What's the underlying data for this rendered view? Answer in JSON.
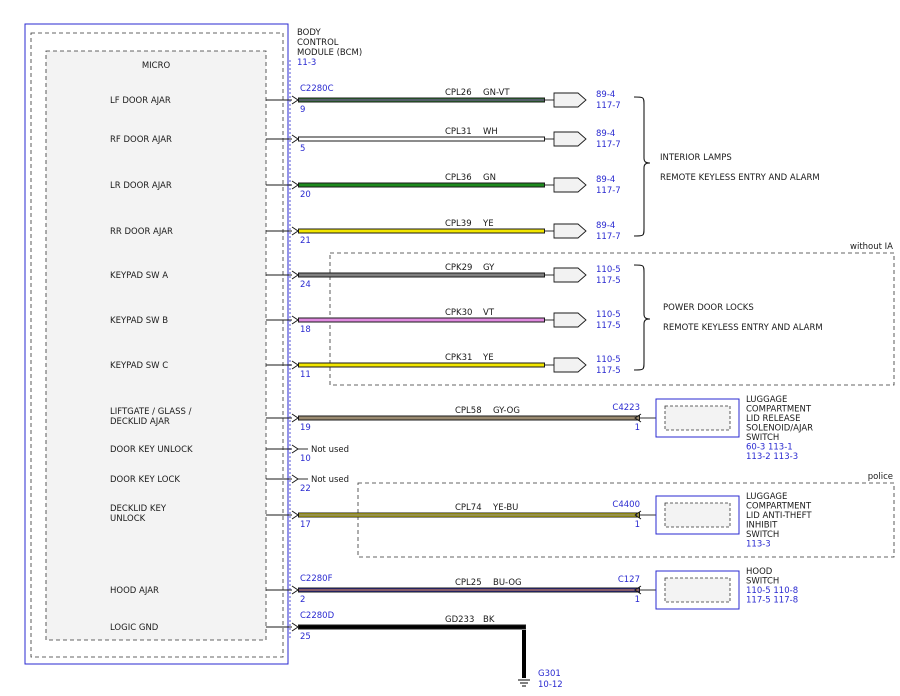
{
  "module": {
    "name_lines": [
      "BODY",
      "CONTROL",
      "MODULE (BCM)"
    ],
    "ref": "11-3",
    "micro_label": "MICRO"
  },
  "circuits": [
    {
      "id": "lf",
      "label_lines": [
        "LF DOOR AJAR"
      ],
      "connector": "C2280C",
      "pin": "9",
      "circuit": "CPL26",
      "color_code": "GN-VT",
      "stripe": "#2e7d32",
      "stripe2": "#7b3fa0",
      "end": "arrow",
      "end_refs": [
        "89-4",
        "117-7"
      ]
    },
    {
      "id": "rf",
      "label_lines": [
        "RF DOOR AJAR"
      ],
      "connector": "",
      "pin": "5",
      "circuit": "CPL31",
      "color_code": "WH",
      "stripe": "#ffffff",
      "stripe2": "",
      "end": "arrow",
      "end_refs": [
        "89-4",
        "117-7"
      ]
    },
    {
      "id": "lr",
      "label_lines": [
        "LR DOOR AJAR"
      ],
      "connector": "",
      "pin": "20",
      "circuit": "CPL36",
      "color_code": "GN",
      "stripe": "#1e8a1e",
      "stripe2": "",
      "end": "arrow",
      "end_refs": [
        "89-4",
        "117-7"
      ]
    },
    {
      "id": "rr",
      "label_lines": [
        "RR DOOR AJAR"
      ],
      "connector": "",
      "pin": "21",
      "circuit": "CPL39",
      "color_code": "YE",
      "stripe": "#f2e600",
      "stripe2": "",
      "end": "arrow",
      "end_refs": [
        "89-4",
        "117-7"
      ]
    },
    {
      "id": "ka",
      "label_lines": [
        "KEYPAD SW A"
      ],
      "connector": "",
      "pin": "24",
      "circuit": "CPK29",
      "color_code": "GY",
      "stripe": "#808080",
      "stripe2": "",
      "end": "arrow",
      "end_refs": [
        "110-5",
        "117-5"
      ]
    },
    {
      "id": "kb",
      "label_lines": [
        "KEYPAD SW B"
      ],
      "connector": "",
      "pin": "18",
      "circuit": "CPK30",
      "color_code": "VT",
      "stripe": "#e08ae0",
      "stripe2": "",
      "end": "arrow",
      "end_refs": [
        "110-5",
        "117-5"
      ]
    },
    {
      "id": "kc",
      "label_lines": [
        "KEYPAD SW C"
      ],
      "connector": "",
      "pin": "11",
      "circuit": "CPK31",
      "color_code": "YE",
      "stripe": "#f2e600",
      "stripe2": "",
      "end": "arrow",
      "end_refs": [
        "110-5",
        "117-5"
      ]
    },
    {
      "id": "lg",
      "label_lines": [
        "LIFTGATE / GLASS /",
        "DECKLID AJAR"
      ],
      "connector": "",
      "pin": "19",
      "circuit": "CPL58",
      "color_code": "GY-OG",
      "stripe": "#9a8a70",
      "stripe2": "",
      "end": "component",
      "end_connector": "C4223",
      "end_pin": "1"
    },
    {
      "id": "dku",
      "label_lines": [
        "DOOR KEY UNLOCK"
      ],
      "connector": "",
      "pin": "10",
      "circuit": "",
      "color_code": "",
      "stripe": "",
      "stripe2": "",
      "end": "none",
      "note": "Not used"
    },
    {
      "id": "dkl",
      "label_lines": [
        "DOOR KEY LOCK"
      ],
      "connector": "",
      "pin": "22",
      "circuit": "",
      "color_code": "",
      "stripe": "",
      "stripe2": "",
      "end": "none",
      "note": "Not used"
    },
    {
      "id": "dk",
      "label_lines": [
        "DECKLID KEY",
        "UNLOCK"
      ],
      "connector": "",
      "pin": "17",
      "circuit": "CPL74",
      "color_code": "YE-BU",
      "stripe": "#f2e600",
      "stripe2": "#3a3a9a",
      "end": "component",
      "end_connector": "C4400",
      "end_pin": "1"
    },
    {
      "id": "ha",
      "label_lines": [
        "HOOD AJAR"
      ],
      "connector": "C2280F",
      "pin": "2",
      "circuit": "CPL25",
      "color_code": "BU-OG",
      "stripe": "#2a2aa0",
      "stripe2": "#e08a30",
      "end": "component",
      "end_connector": "C127",
      "end_pin": "1"
    },
    {
      "id": "gnd",
      "label_lines": [
        "LOGIC GND"
      ],
      "connector": "C2280D",
      "pin": "25",
      "circuit": "GD233",
      "color_code": "BK",
      "stripe": "#000000",
      "stripe2": "",
      "end": "ground"
    }
  ],
  "groups": [
    {
      "lines": [
        "INTERIOR LAMPS",
        "REMOTE KEYLESS ENTRY AND ALARM"
      ]
    },
    {
      "lines": [
        "POWER DOOR LOCKS",
        "REMOTE KEYLESS ENTRY AND ALARM"
      ]
    }
  ],
  "options": {
    "without_ia": "without IA",
    "police": "police"
  },
  "components": [
    {
      "circuit_id": "lg",
      "name_lines": [
        "LUGGAGE",
        "COMPARTMENT",
        "LID RELEASE",
        "SOLENOID/AJAR",
        "SWITCH"
      ],
      "ref_lines": [
        "60-3   113-1",
        "113-2   113-3"
      ]
    },
    {
      "circuit_id": "dk",
      "name_lines": [
        "LUGGAGE",
        "COMPARTMENT",
        "LID ANTI-THEFT",
        "INHIBIT",
        "SWITCH"
      ],
      "ref_lines": [
        "113-3"
      ]
    },
    {
      "circuit_id": "ha",
      "name_lines": [
        "HOOD",
        "SWITCH"
      ],
      "ref_lines": [
        "110-5   110-8",
        "117-5   117-8"
      ]
    }
  ],
  "ground": {
    "name": "G301",
    "ref": "10-12"
  }
}
